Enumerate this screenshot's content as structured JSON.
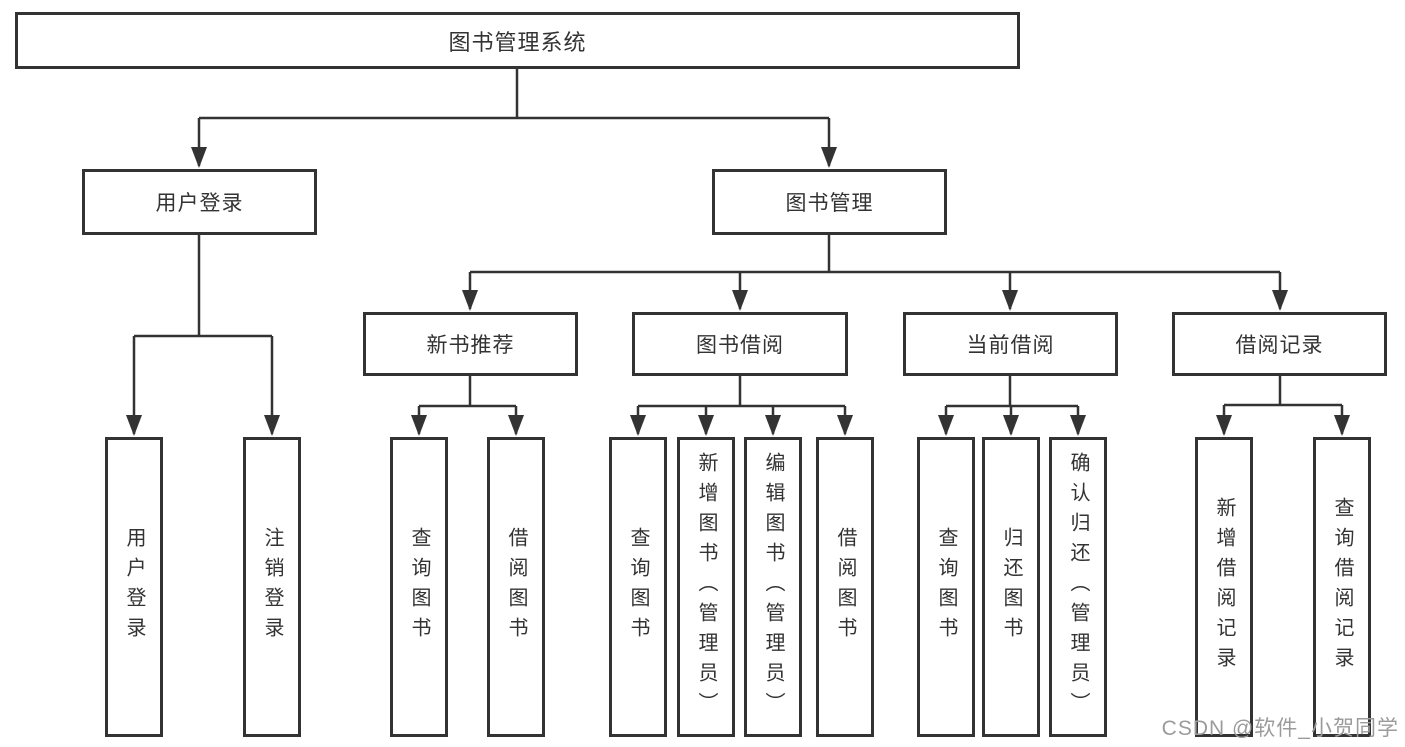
{
  "diagram": {
    "root": {
      "label": "图书管理系统"
    },
    "level2": [
      {
        "label": "用户登录"
      },
      {
        "label": "图书管理"
      }
    ],
    "level3": [
      {
        "label": "新书推荐"
      },
      {
        "label": "图书借阅"
      },
      {
        "label": "当前借阅"
      },
      {
        "label": "借阅记录"
      }
    ],
    "leaves": {
      "user_login": [
        "用户登录",
        "注销登录"
      ],
      "new_book": [
        "查询图书",
        "借阅图书"
      ],
      "book_borrow": [
        "查询图书",
        "新增图书（管理员）",
        "编辑图书（管理员）",
        "借阅图书"
      ],
      "current_borrow": [
        "查询图书",
        "归还图书",
        "确认归还（管理员）"
      ],
      "borrow_record": [
        "新增借阅记录",
        "查询借阅记录"
      ]
    }
  },
  "watermark": {
    "text": "CSDN @软件_小贺同学"
  },
  "colors": {
    "line": "#333333",
    "border": "#333333",
    "text": "#333333",
    "watermark": "#9b9b9b",
    "background": "#ffffff"
  }
}
